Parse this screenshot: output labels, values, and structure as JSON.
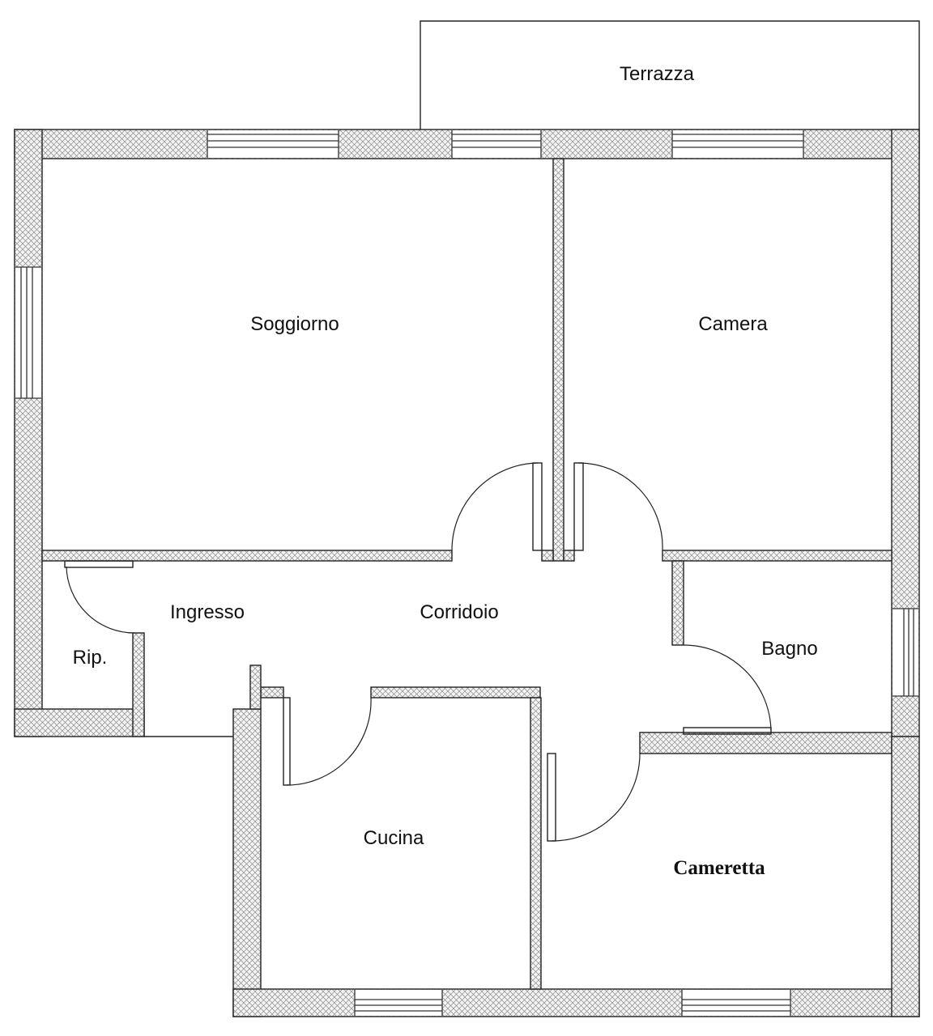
{
  "plan": {
    "rooms": {
      "terrazza": "Terrazza",
      "soggiorno": "Soggiorno",
      "camera": "Camera",
      "ingresso": "Ingresso",
      "corridoio": "Corridoio",
      "ripostiglio": "Rip.",
      "bagno": "Bagno",
      "cucina": "Cucina",
      "cameretta": "Cameretta"
    }
  }
}
